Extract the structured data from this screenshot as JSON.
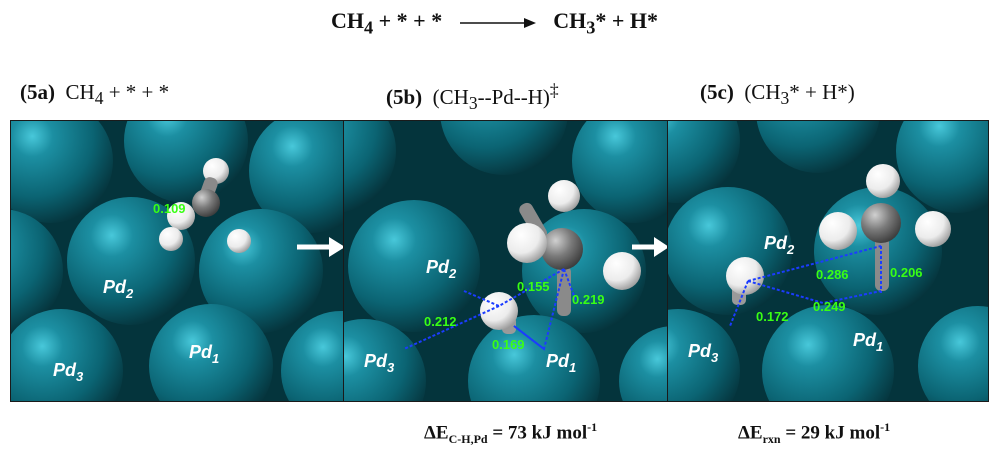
{
  "equation": {
    "reactant": "CH",
    "reactant_sub": "4",
    "reactant_rest": " + * + *",
    "product": "CH",
    "product_sub": "3",
    "product_rest": "* + H*"
  },
  "panels": [
    {
      "id": "5a",
      "tag": "(5a)",
      "title_pre": "CH",
      "title_sub": "4",
      "title_post": " + * + *",
      "atoms": {
        "pd1": "Pd",
        "pd1_sub": "1",
        "pd2": "Pd",
        "pd2_sub": "2",
        "pd3": "Pd",
        "pd3_sub": "3"
      },
      "distances": [
        "0.109"
      ]
    },
    {
      "id": "5b",
      "tag": "(5b)",
      "title_pre": "(CH",
      "title_sub": "3",
      "title_post": "--Pd--H)",
      "title_sup": "‡",
      "atoms": {
        "pd1": "Pd",
        "pd1_sub": "1",
        "pd2": "Pd",
        "pd2_sub": "2",
        "pd3": "Pd",
        "pd3_sub": "3"
      },
      "distances": [
        "0.155",
        "0.219",
        "0.212",
        "0.169"
      ]
    },
    {
      "id": "5c",
      "tag": "(5c)",
      "title_pre": "(CH",
      "title_sub": "3",
      "title_post": "* + H*)",
      "atoms": {
        "pd1": "Pd",
        "pd1_sub": "1",
        "pd2": "Pd",
        "pd2_sub": "2",
        "pd3": "Pd",
        "pd3_sub": "3"
      },
      "distances": [
        "0.286",
        "0.206",
        "0.249",
        "0.172"
      ]
    }
  ],
  "energies": {
    "barrier": {
      "prefix": "ΔE",
      "sub": "C-H,Pd",
      "value": " = 73 kJ mol",
      "sup": "-1"
    },
    "reaction": {
      "prefix": "ΔE",
      "sub": "rxn",
      "value": " = 29 kJ mol",
      "sup": "-1"
    }
  },
  "colors": {
    "pd_atom": "#0e6f7f",
    "pd_highlight": "#2fb3c6",
    "carbon": "#7c7c7c",
    "hydrogen": "#f2f2f2",
    "bond_line": "#1b3cff",
    "distance_text": "#39ff14"
  }
}
